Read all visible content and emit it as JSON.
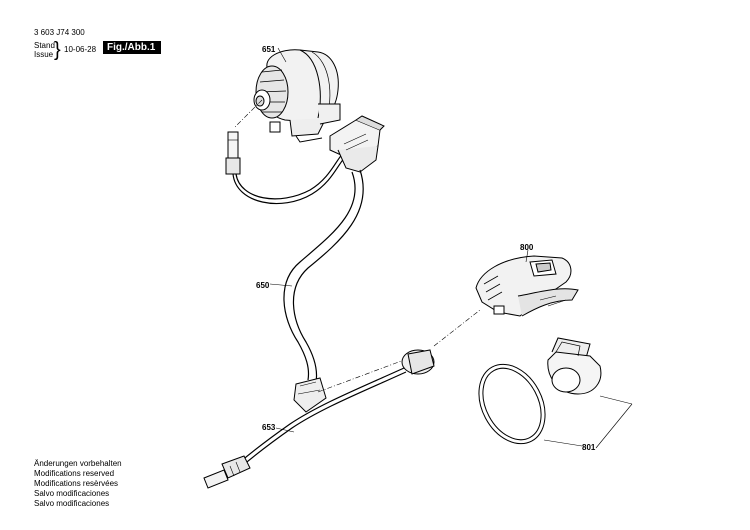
{
  "header": {
    "part_number": "3 603 J74 300",
    "stand_label": "Stand",
    "issue_label": "Issue",
    "date": "10-06-28",
    "figure_label": "Fig./Abb.1"
  },
  "part_labels": {
    "p651": "651",
    "p650": "650",
    "p653": "653",
    "p800": "800",
    "p801": "801"
  },
  "notes": [
    "Änderungen vorbehalten",
    "Modifications reserved",
    "Modifications resèrvées",
    "Salvo modificaciones",
    "Salvo modificaciones"
  ]
}
